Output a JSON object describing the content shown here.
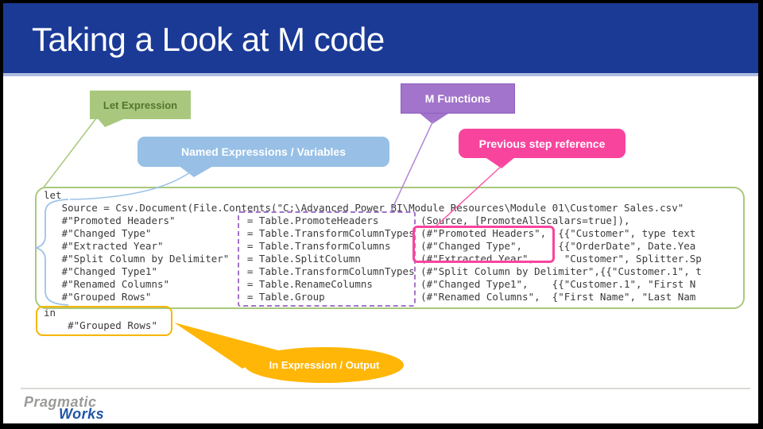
{
  "slide": {
    "title": "Taking a Look at M code"
  },
  "callouts": {
    "let_expression": "Let Expression",
    "named_expressions": "Named Expressions / Variables",
    "m_functions": "M Functions",
    "previous_step": "Previous step reference",
    "in_expression": "In Expression / Output"
  },
  "code": {
    "lines": [
      "let",
      "   Source = Csv.Document(File.Contents(\"C:\\Advanced Power BI\\Module Resources\\Module 01\\Customer Sales.csv\"",
      "   #\"Promoted Headers\"            = Table.PromoteHeaders       (Source, [PromoteAllScalars=true]),",
      "   #\"Changed Type\"                = Table.TransformColumnTypes (#\"Promoted Headers\",  {{\"Customer\", type text",
      "   #\"Extracted Year\"              = Table.TransformColumns     (#\"Changed Type\",      {{\"OrderDate\", Date.Yea",
      "   #\"Split Column by Delimiter\"   = Table.SplitColumn          (#\"Extracted Year\",     \"Customer\", Splitter.Sp",
      "   #\"Changed Type1\"               = Table.TransformColumnTypes (#\"Split Column by Delimiter\",{{\"Customer.1\", t",
      "   #\"Renamed Columns\"             = Table.RenameColumns        (#\"Changed Type1\",    {{\"Customer.1\", \"First N",
      "   #\"Grouped Rows\"                = Table.Group                (#\"Renamed Columns\",  {\"First Name\", \"Last Nam"
    ],
    "in_lines": [
      "in",
      "    #\"Grouped Rows\""
    ]
  },
  "footer": {
    "logo_line1": "Pragmatic",
    "logo_line2": "Works"
  },
  "colors": {
    "header_navy": "#1a3a96",
    "header_underline": "#b0bcdf",
    "let_green": "#a9c87e",
    "let_text_green": "#55742f",
    "named_blue": "#98c0e6",
    "functions_purple": "#a274cb",
    "previous_pink": "#f9449e",
    "output_yellow": "#ffb606",
    "brace_blue": "#9dc3e6",
    "code_text": "#3a3a3a"
  }
}
